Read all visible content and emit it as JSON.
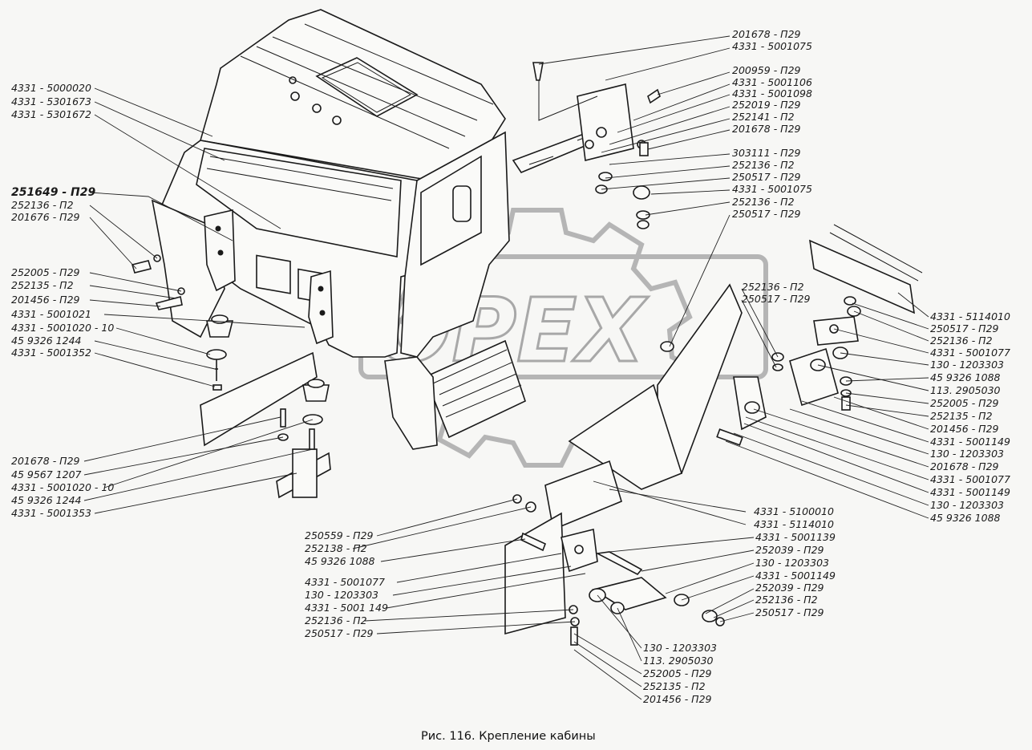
{
  "caption": "Рис. 116. Крепление кабины",
  "watermark": "OPEX",
  "labels": {
    "l01": "201678 - П29",
    "l02": "4331 - 5001075",
    "l03": "200959 - П29",
    "l04": "4331 - 5001106",
    "l05": "4331 - 5001098",
    "l06": "252019 - П29",
    "l07": "252141 - П2",
    "l08": "201678 - П29",
    "l09": "303111 - П29",
    "l10": "252136 - П2",
    "l11": "250517 - П29",
    "l12": "4331 - 5001075",
    "l13": "252136 - П2",
    "l14": "250517 - П29",
    "l15": "4331 - 5000020",
    "l16": "4331 - 5301673",
    "l17": "4331 - 5301672",
    "l18": "251649 - П29",
    "l19": "252136 - П2",
    "l20": "201676 - П29",
    "l21": "252005 - П29",
    "l22": "252135 - П2",
    "l23": "201456 - П29",
    "l24": "4331 - 5001021",
    "l25": "4331 - 5001020 - 10",
    "l26": "45 9326 1244",
    "l27": "4331 - 5001352",
    "l28": "252136 - П2",
    "l29": "250517 - П29",
    "l30": "4331 - 5114010",
    "l31": "250517 - П29",
    "l32": "252136 - П2",
    "l33": "4331 - 5001077",
    "l34": "130 - 1203303",
    "l35": "45 9326 1088",
    "l36": "113. 2905030",
    "l37": "252005 - П29",
    "l38": "252135 - П2",
    "l39": "201456 - П29",
    "l40": "4331 - 5001149",
    "l41": "130 - 1203303",
    "l42": "201678 - П29",
    "l43": "4331 - 5001077",
    "l44": "4331 - 5001149",
    "l45": "130 - 1203303",
    "l46": "45 9326 1088",
    "l47": "201678 - П29",
    "l48": "45 9567 1207",
    "l49": "4331 - 5001020 - 10",
    "l50": "45 9326 1244",
    "l51": "4331 - 5001353",
    "l52": "4331 - 5100010",
    "l53": "4331 - 5114010",
    "l54": "4331 - 5001139",
    "l55": "252039 - П29",
    "l56": "130 - 1203303",
    "l57": "4331 - 5001149",
    "l58": "252039 - П29",
    "l59": "252136 - П2",
    "l60": "250517 - П29",
    "l61": "250559 - П29",
    "l62": "252138 - П2",
    "l63": "45 9326 1088",
    "l64": "4331 - 5001077",
    "l65": "130 - 1203303",
    "l66": "4331 - 5001 149",
    "l67": "252136 - П2",
    "l68": "250517 - П29",
    "l69": "130 - 1203303",
    "l70": "113. 2905030",
    "l71": "252005 - П29",
    "l72": "252135 - П2",
    "l73": "201456 - П29"
  }
}
